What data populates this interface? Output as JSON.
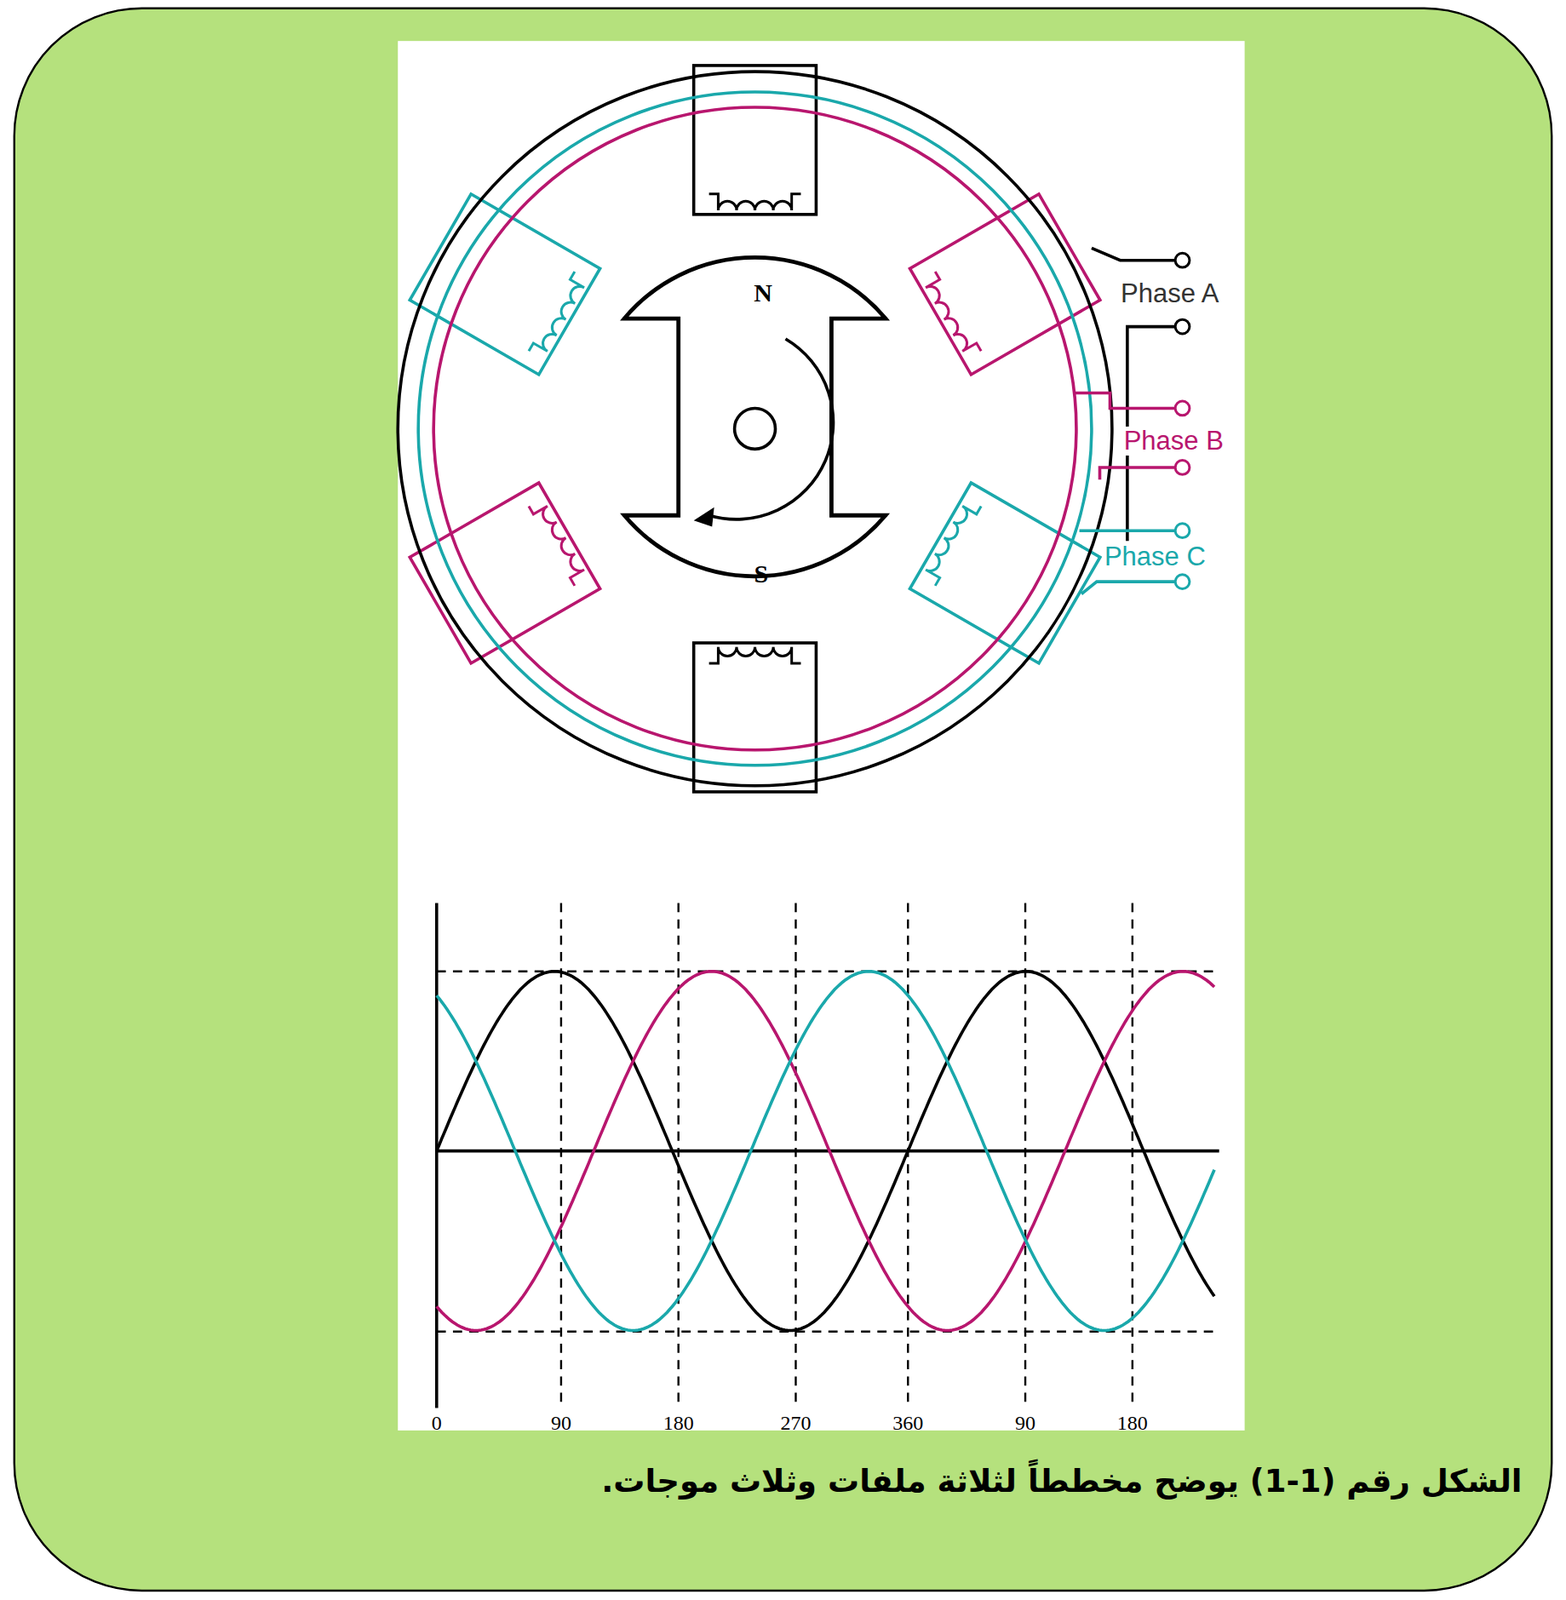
{
  "diagram": {
    "caption": "الشكل رقم (1-1) يوضح مخططاً لثلاثة ملفات وثلاث موجات.",
    "labels": [
      "N",
      "S",
      "Phase A",
      "Phase B",
      "Phase C",
      "0",
      "90",
      "180",
      "270",
      "360",
      "90",
      "180"
    ]
  }
}
